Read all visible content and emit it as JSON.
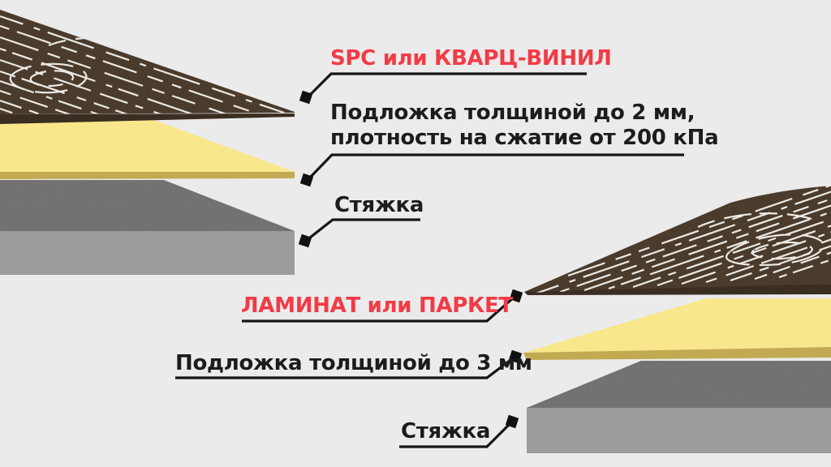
{
  "colors": {
    "background": "#ECEBEB",
    "accent_red": "#F23B46",
    "text_black": "#1C1C1C",
    "line_black": "#161616",
    "marker_black": "#111111",
    "wood_brown": "#4A3B2D",
    "wood_edge_dark": "#3A2E22",
    "grain_white": "#ECEAE5",
    "underlay_yellow": "#F9E78B",
    "underlay_edge_olive": "#C2AA52",
    "screed_top_gray": "#C6C5C3",
    "screed_front_gray": "#9C9C9C"
  },
  "spc_diagram": {
    "title": "SPC или КВАРЦ-ВИНИЛ",
    "underlay_line1": "Подложка толщиной до 2 мм,",
    "underlay_line2": "плотность на сжатие от 200 кПа",
    "screed_label": "Стяжка"
  },
  "laminate_diagram": {
    "title": "ЛАМИНАТ или ПАРКЕТ",
    "underlay_label": "Подложка толщиной до 3 мм",
    "screed_label": "Стяжка"
  }
}
